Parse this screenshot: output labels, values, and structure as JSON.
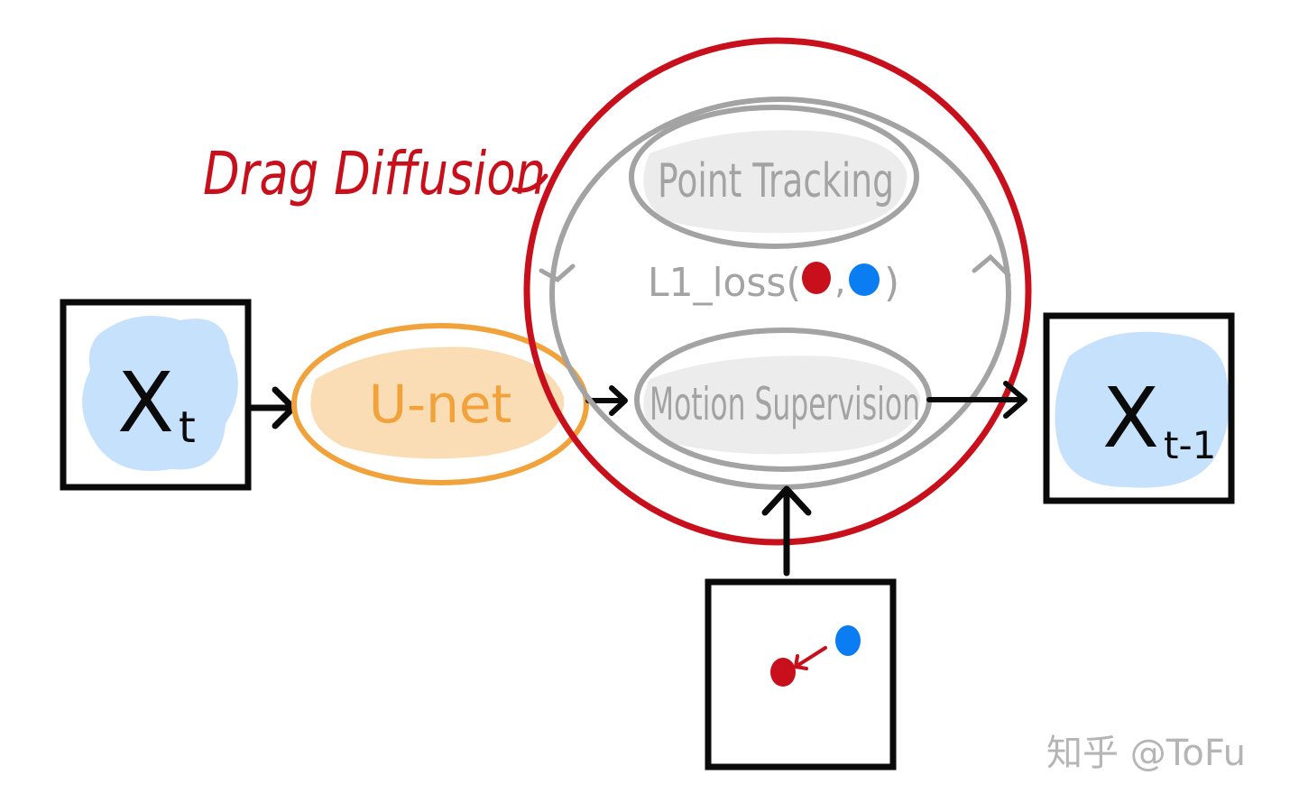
{
  "title": "Drag Diffusion",
  "nodes": {
    "input": {
      "label": "X",
      "subscript": "t"
    },
    "unet": {
      "label": "U-net"
    },
    "point_tracking": {
      "label": "Point Tracking"
    },
    "loss": {
      "label": "L1_loss(",
      "close": ")",
      "sep": ","
    },
    "motion_supervision": {
      "label": "Motion Supervision"
    },
    "output": {
      "label": "X",
      "subscript": "t-1"
    }
  },
  "watermark": "知乎 @ToFu",
  "colors": {
    "red": "#c8101c",
    "blue": "#0a7df2",
    "light_blue": "#bcdcfb",
    "orange": "#f2a23a",
    "light_orange": "#fbd9ad",
    "gray": "#a3a3a3",
    "light_gray": "#ececec",
    "black": "#0a0a0a"
  }
}
